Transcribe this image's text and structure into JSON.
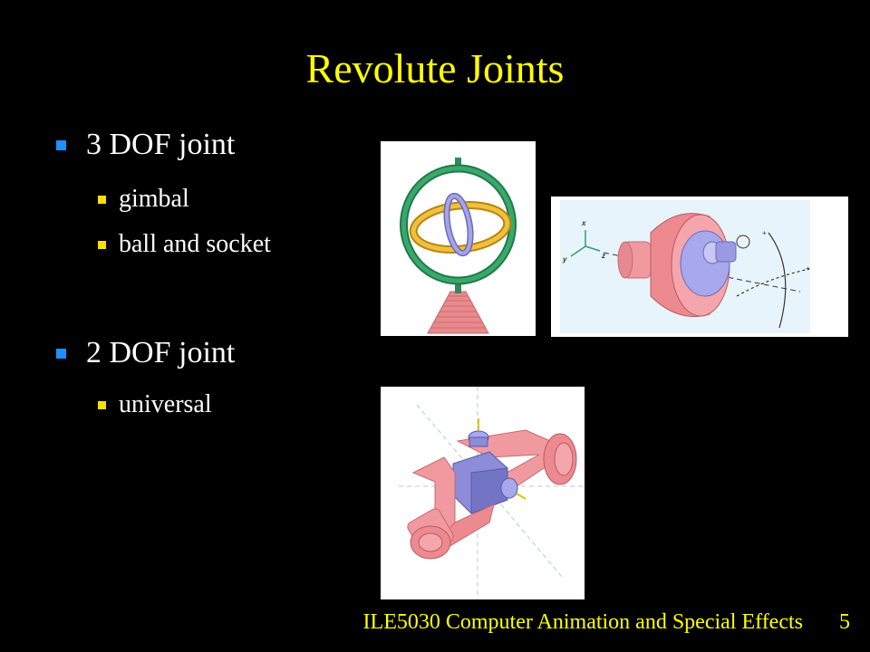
{
  "slide": {
    "title": "Revolute Joints",
    "bullets": [
      {
        "label": "3 DOF joint",
        "sub": [
          "gimbal",
          "ball and socket"
        ]
      },
      {
        "label": "2 DOF joint",
        "sub": [
          "universal"
        ]
      }
    ],
    "figures": {
      "gimbal": {
        "icon": "gimbal-illustration"
      },
      "ball_socket": {
        "icon": "ball-and-socket-illustration",
        "axis_labels": [
          "x",
          "y",
          "z"
        ]
      },
      "universal": {
        "icon": "universal-joint-illustration"
      }
    },
    "footer": "ILE5030 Computer Animation and Special Effects",
    "page_number": "5"
  },
  "colors": {
    "background": "#000000",
    "title": "#ffff00",
    "bullet_level1": "#1e90ff",
    "bullet_level2": "#f5e000",
    "text": "#ffffff",
    "footer": "#ffff00"
  }
}
